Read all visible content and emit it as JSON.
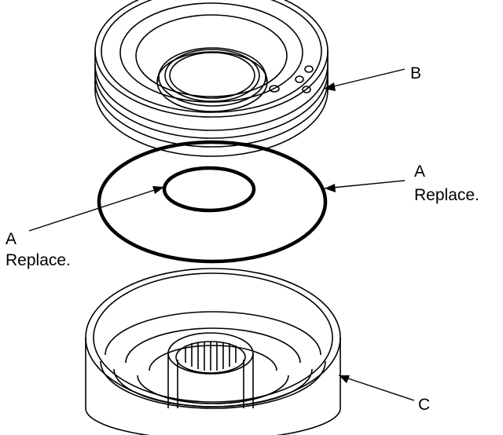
{
  "labels": {
    "b": "B",
    "a_right_letter": "A",
    "a_right_text": "Replace.",
    "a_left_letter": "A",
    "a_left_text": "Replace.",
    "c": "C"
  }
}
